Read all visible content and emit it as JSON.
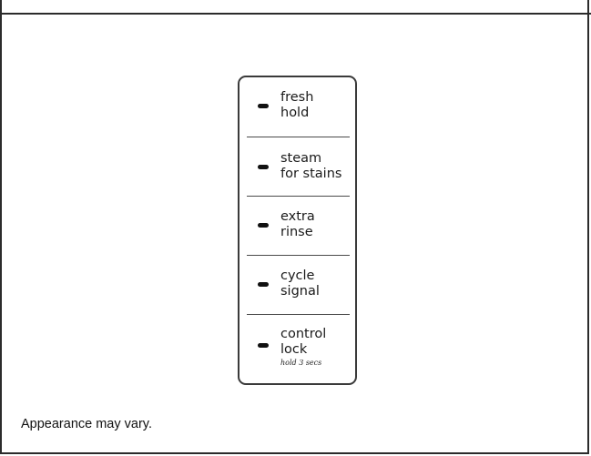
{
  "panel": {
    "options": [
      {
        "line1": "fresh",
        "line2": "hold",
        "note": ""
      },
      {
        "line1": "steam",
        "line2": "for stains",
        "note": ""
      },
      {
        "line1": "extra",
        "line2": "rinse",
        "note": ""
      },
      {
        "line1": "cycle",
        "line2": "signal",
        "note": ""
      },
      {
        "line1": "control",
        "line2": "lock",
        "note": "hold 3 secs"
      }
    ]
  },
  "footnote": "Appearance may vary."
}
